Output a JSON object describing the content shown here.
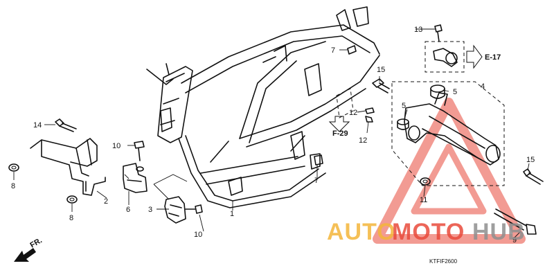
{
  "diagram": {
    "code": "KTFIF2600",
    "front_label": "FR.",
    "references": [
      {
        "id": "E-17"
      },
      {
        "id": "F-29"
      }
    ],
    "callouts": [
      "1",
      "2",
      "3",
      "4",
      "5",
      "5",
      "6",
      "7",
      "7",
      "8",
      "8",
      "9",
      "10",
      "10",
      "11",
      "12",
      "12",
      "13",
      "14",
      "15",
      "15"
    ]
  },
  "watermark": {
    "text_auto": "AUTO",
    "text_moto": "MOTO",
    "text_hub": "HUB",
    "colors": {
      "auto": "#f4b63a",
      "moto": "#e94b3c",
      "hub": "#8f8f8f",
      "triangle": "#e94b3c"
    }
  }
}
